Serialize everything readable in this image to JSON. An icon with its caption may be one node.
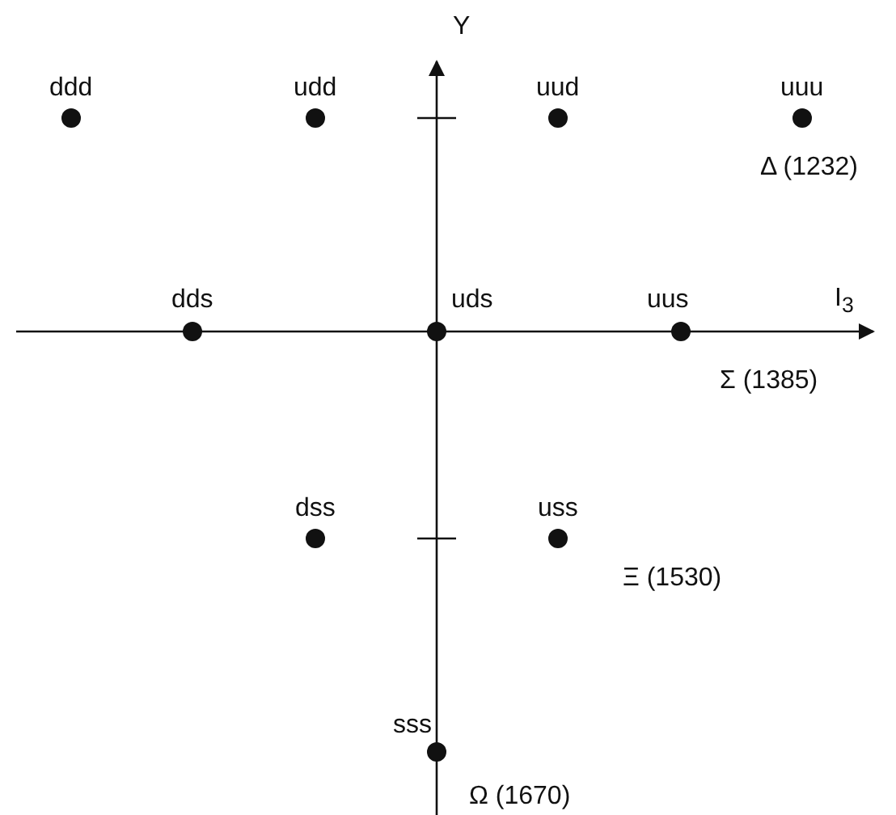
{
  "diagram": {
    "nodes": [
      {
        "text": [
          "ddd"
        ]
      },
      {
        "text": [
          "udd"
        ]
      },
      {
        "text": [
          "uud"
        ]
      },
      {
        "text": [
          "uuu"
        ],
        "beside": [
          "Δ (1232)"
        ]
      },
      {
        "text": [
          "dds"
        ]
      },
      {
        "text": [
          "uds"
        ]
      },
      {
        "text": [
          "uus"
        ],
        "beside": [
          "Σ (1385)"
        ]
      },
      {
        "text": [
          "dss"
        ]
      },
      {
        "text": [
          "uss"
        ],
        "beside": [
          "Ξ (1530)"
        ]
      },
      {
        "text": [
          "sss"
        ],
        "beside": [
          "Ω (1670)"
        ]
      }
    ],
    "labels": [
      "Y",
      "I$_{3}$"
    ]
  }
}
